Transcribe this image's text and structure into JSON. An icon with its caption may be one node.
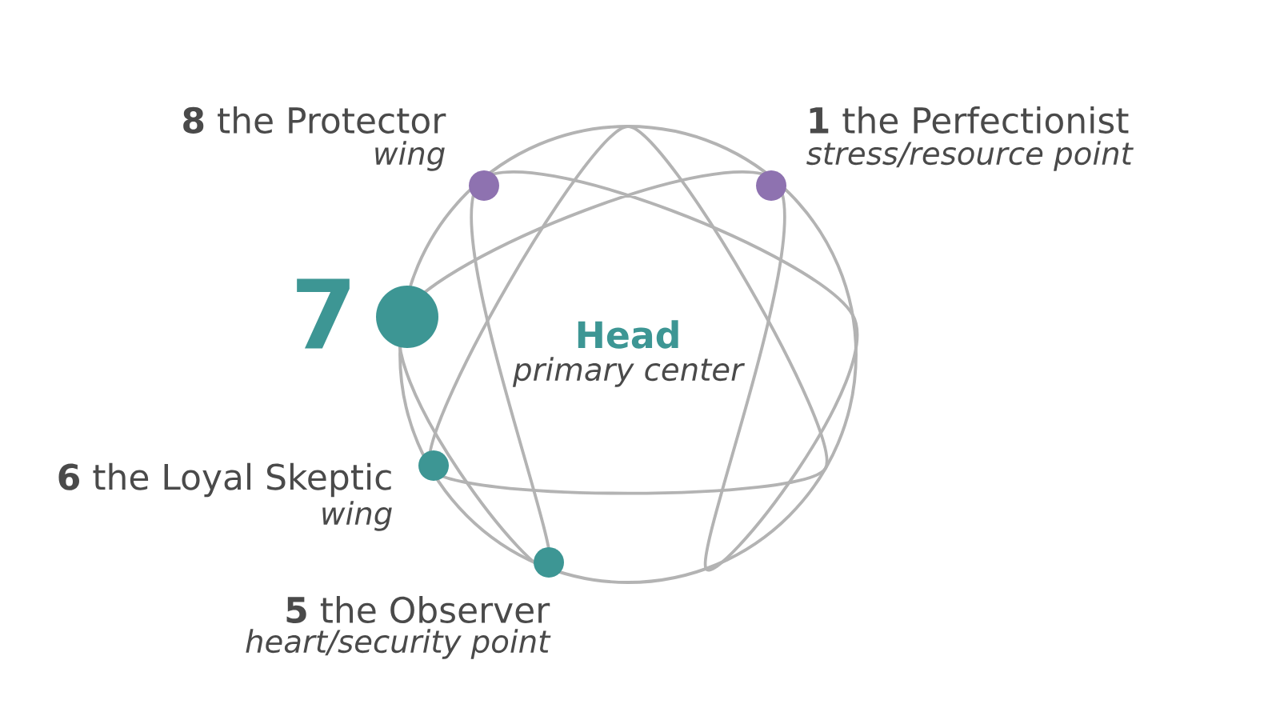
{
  "diagram": {
    "nodes": [
      {
        "text": [],
        "shape": "circle",
        "beside": [
          "**8** the Protector",
          "wing"
        ]
      },
      {
        "text": [],
        "shape": "circle",
        "beside": [
          "**1** the Perfectionist",
          "stress/resource point"
        ]
      },
      {
        "text": [],
        "shape": "circle",
        "beside": [
          "7"
        ]
      },
      {
        "text": [],
        "shape": "circle",
        "beside": [
          "**6** the Loyal Skeptic",
          "wing"
        ]
      },
      {
        "text": [],
        "shape": "circle",
        "beside": [
          "**5** the Observer",
          "heart/security point"
        ]
      }
    ],
    "labels": [
      "Head",
      "primary center"
    ]
  }
}
